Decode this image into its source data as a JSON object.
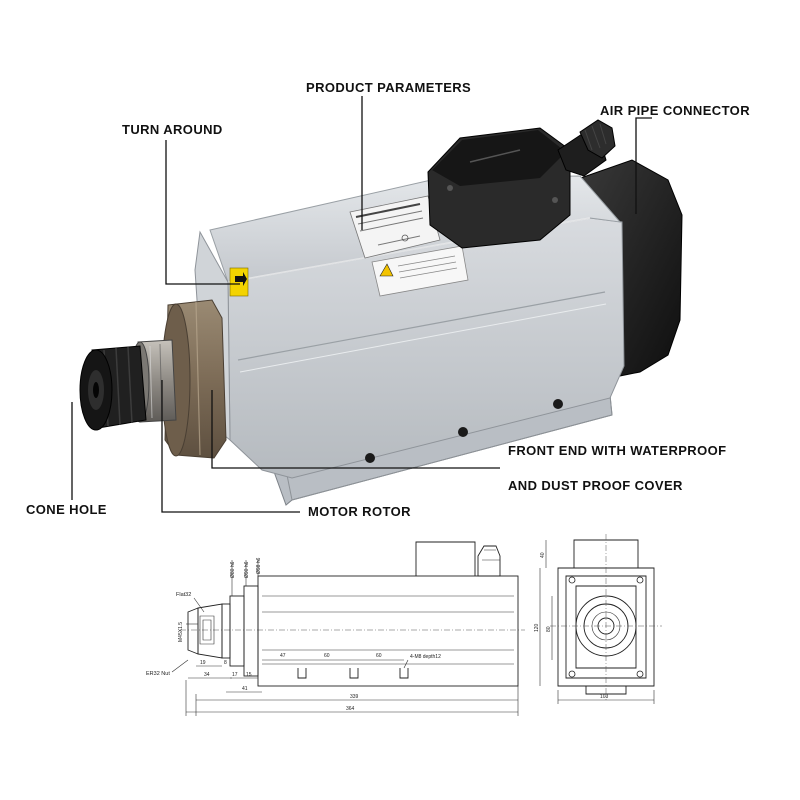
{
  "callouts": {
    "product_parameters": "PRODUCT PARAMETERS",
    "air_pipe_connector": "AIR PIPE CONNECTOR",
    "turn_around": "TURN AROUND",
    "front_end_line1": "FRONT END WITH WATERPROOF",
    "front_end_line2": "AND DUST PROOF COVER",
    "cone_hole": "CONE HOLE",
    "motor_rotor": "MOTOR ROTOR"
  },
  "drawing": {
    "flat": "Flat32",
    "thread": "M45X1.5",
    "nut": "ER32 Nut",
    "screw": "4-M8 depth12",
    "dims": {
      "d19": "19",
      "d8": "8",
      "d34": "34",
      "d17": "17",
      "d15": "15",
      "d41": "41",
      "d47": "47",
      "d60a": "60",
      "d60b": "60",
      "d339": "339",
      "d364": "364",
      "d40": "40",
      "d120": "120",
      "d80": "80",
      "d103": "103",
      "dia1": "Ø80 h6",
      "dia2": "Ø90 h6",
      "dia3": "Ø98 h6"
    }
  },
  "colors": {
    "housing": "#c9cdd2",
    "housing_dark": "#a9aeb4",
    "collet": "#1c1c1c",
    "bronze": "#8b7a64",
    "label_yellow": "#f3d300",
    "cap": "#1a1a1a"
  }
}
